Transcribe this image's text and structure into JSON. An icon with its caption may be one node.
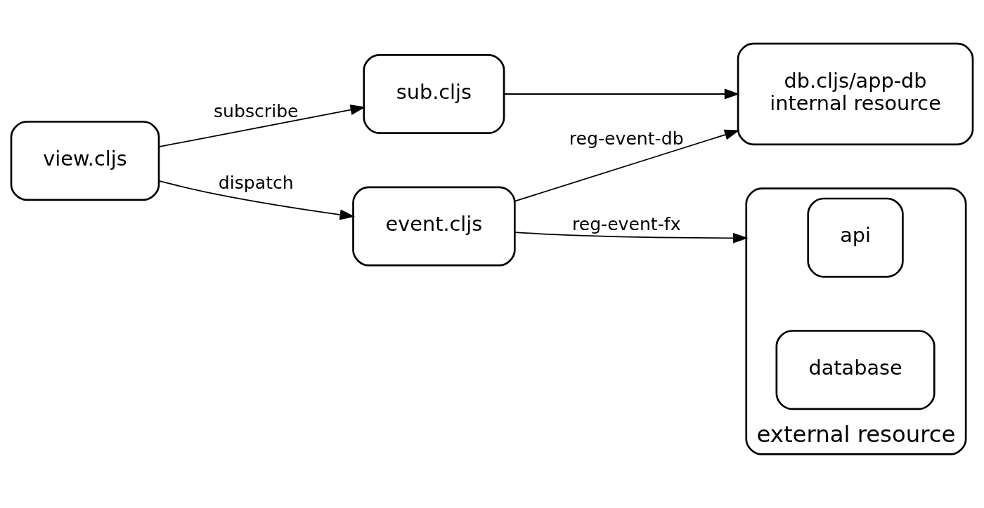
{
  "diagram": {
    "nodes": [
      {
        "text": [
          "view.cljs"
        ]
      },
      {
        "text": [
          "sub.cljs"
        ]
      },
      {
        "text": [
          "event.cljs"
        ]
      },
      {
        "text": [
          "db.cljs/app-db",
          "internal resource"
        ]
      },
      {
        "text": [
          "external resource"
        ]
      },
      {
        "text": [
          "api"
        ],
        "in": 4
      },
      {
        "text": [
          "database"
        ],
        "in": 4
      }
    ],
    "edges": [
      {
        "from": 0,
        "to": 1,
        "arrow": "to",
        "label": "subscribe"
      },
      {
        "from": 0,
        "to": 2,
        "arrow": "to",
        "label": "dispatch"
      },
      {
        "from": 1,
        "to": 3,
        "arrow": "to"
      },
      {
        "from": 2,
        "to": 3,
        "arrow": "to",
        "label": "reg-event-db"
      },
      {
        "from": 2,
        "to": 4,
        "arrow": "to",
        "label": "reg-event-fx"
      }
    ]
  }
}
